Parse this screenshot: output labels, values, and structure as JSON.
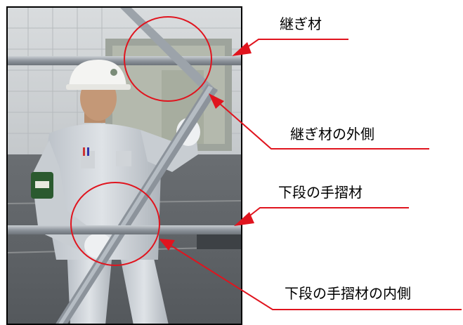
{
  "labels": {
    "joint": "継ぎ材",
    "joint_outer": "継ぎ材の外側",
    "lower_rail": "下段の手摺材",
    "lower_rail_inner": "下段の手摺材の内側"
  },
  "colors": {
    "annotation": "#e0141e",
    "frame": "#000000",
    "rail": "#9aa0a8",
    "pipe": "#8c939b"
  }
}
